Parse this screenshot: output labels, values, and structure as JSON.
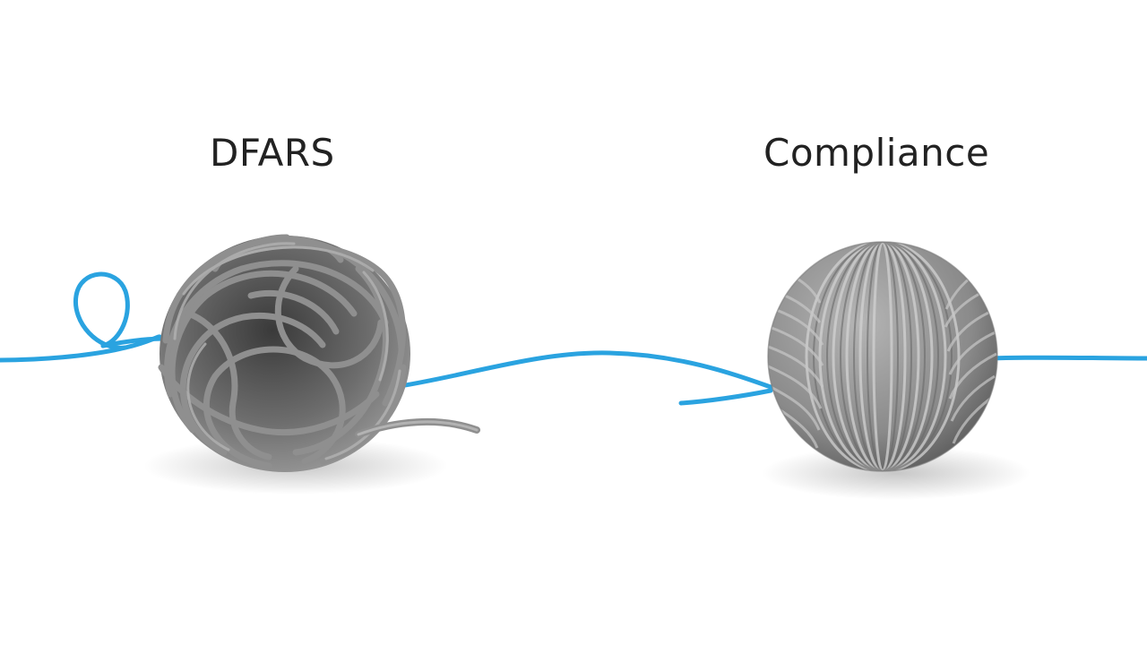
{
  "labels": {
    "left": "DFARS",
    "right": "Compliance"
  },
  "colors": {
    "thread": "#2aa3e0",
    "yarn": "#8e8e8e",
    "yarn_dark": "#5f5f5f",
    "yarn_light": "#bdbdbd",
    "background": "#ffffff"
  },
  "objects": {
    "left": "tangled-yarn-ball",
    "right": "wound-yarn-ball",
    "connector": "blue-thread"
  }
}
